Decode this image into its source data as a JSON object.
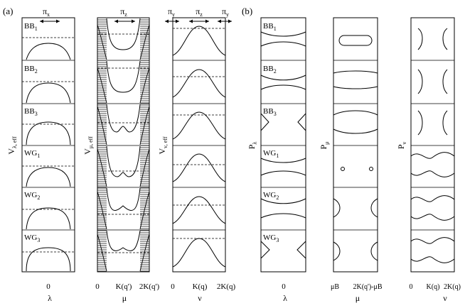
{
  "panels": [
    {
      "label": "(a)"
    },
    {
      "label": "(b)"
    }
  ],
  "row_labels": [
    {
      "base": "BB",
      "sub": "1"
    },
    {
      "base": "BB",
      "sub": "2"
    },
    {
      "base": "BB",
      "sub": "3"
    },
    {
      "base": "WG",
      "sub": "1"
    },
    {
      "base": "WG",
      "sub": "2"
    },
    {
      "base": "WG",
      "sub": "3"
    }
  ],
  "a_columns": [
    {
      "ylabel_base": "V",
      "ylabel_sub": "λ, eff",
      "xlabel": "λ",
      "ticks": [
        "0"
      ],
      "top_labels": [
        {
          "base": "π",
          "sub": "x"
        }
      ]
    },
    {
      "ylabel_base": "V",
      "ylabel_sub": "μ, eff",
      "xlabel": "μ",
      "ticks": [
        "0",
        "K(q')",
        "2K(q')"
      ],
      "top_labels": [
        {
          "base": "π",
          "sub": "z"
        }
      ]
    },
    {
      "ylabel_base": "V",
      "ylabel_sub": "ν, eff",
      "xlabel": "ν",
      "ticks": [
        "0",
        "K(q)",
        "2K(q)"
      ],
      "top_labels": [
        {
          "base": "π",
          "sub": "y"
        },
        {
          "base": "π",
          "sub": "z"
        },
        {
          "base": "π",
          "sub": "y"
        }
      ]
    }
  ],
  "b_columns": [
    {
      "ylabel_base": "P",
      "ylabel_sub": "λ",
      "xlabel": "λ",
      "ticks": [
        "0"
      ]
    },
    {
      "ylabel_base": "P",
      "ylabel_sub": "μ",
      "xlabel": "μ",
      "ticks": [
        "μB",
        "2K(q')-μB"
      ]
    },
    {
      "ylabel_base": "P",
      "ylabel_sub": "ν",
      "xlabel": "ν",
      "ticks": [
        "0",
        "K(q)",
        "2K(q)"
      ]
    }
  ]
}
